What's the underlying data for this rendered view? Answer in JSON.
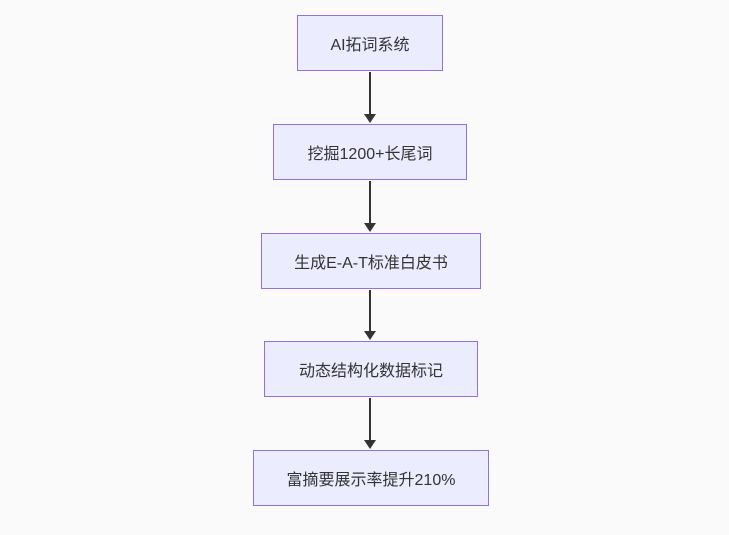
{
  "diagram": {
    "type": "flowchart-vertical",
    "nodes": [
      {
        "id": "n1",
        "label": "AI拓词系统"
      },
      {
        "id": "n2",
        "label": "挖掘1200+长尾词"
      },
      {
        "id": "n3",
        "label": "生成E-A-T标准白皮书"
      },
      {
        "id": "n4",
        "label": "动态结构化数据标记"
      },
      {
        "id": "n5",
        "label": "富摘要展示率提升210%"
      }
    ],
    "edges": [
      {
        "from": "n1",
        "to": "n2"
      },
      {
        "from": "n2",
        "to": "n3"
      },
      {
        "from": "n3",
        "to": "n4"
      },
      {
        "from": "n4",
        "to": "n5"
      }
    ]
  },
  "colors": {
    "bg-color": "#fafafa",
    "node-fill": "#ececff",
    "node-border": "#9370db",
    "node-text": "#333333",
    "arrow-color": "#333333"
  }
}
